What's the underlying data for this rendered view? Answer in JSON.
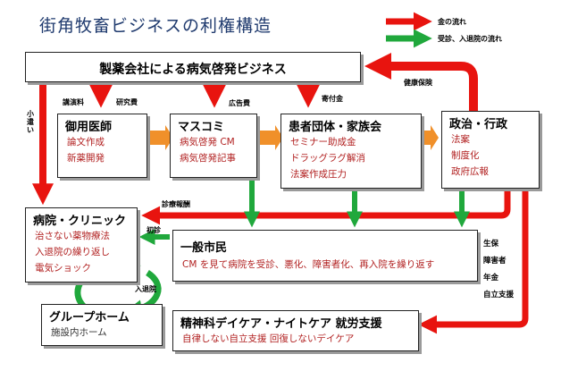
{
  "title": "街角牧畜ビジネスの利権構造",
  "legend": {
    "money": {
      "label": "金の流れ",
      "color": "#e8140f"
    },
    "patient": {
      "label": "受診、入退院の流れ",
      "color": "#20a83c"
    }
  },
  "colors": {
    "money": "#e8140f",
    "patient": "#20a83c",
    "orange": "#f0902a",
    "text_red": "#b22222"
  },
  "nodes": {
    "pharma": {
      "title": "製薬会社による病気啓発ビジネス"
    },
    "doctors": {
      "title": "御用医師",
      "lines": [
        "論文作成",
        "新薬開発"
      ]
    },
    "media": {
      "title": "マスコミ",
      "lines": [
        "病気啓発 CM",
        "病気啓発記事"
      ]
    },
    "patient_groups": {
      "title": "患者団体・家族会",
      "lines": [
        "セミナー助成金",
        "ドラッグラグ解消",
        "法案作成圧力"
      ]
    },
    "government": {
      "title": "政治・行政",
      "lines": [
        "法案",
        "制度化",
        "政府広報"
      ]
    },
    "hospital": {
      "title": "病院・クリニック",
      "lines": [
        "治さない薬物療法",
        "入退院の繰り返し",
        "電気ショック"
      ]
    },
    "citizens": {
      "title": "一般市民",
      "lines": [
        "CM を見て病院を受診、悪化、障害者化、再入院を繰り返す"
      ]
    },
    "group_home": {
      "title": "グループホーム",
      "lines": [
        "施設内ホーム"
      ]
    },
    "daycare": {
      "title": "精神科デイケア・ナイトケア 就労支援",
      "lines": [
        "自律しない自立支援 回復しないデイケア"
      ]
    }
  },
  "edge_labels": {
    "lecture_fee": "講演料",
    "research_fee": "研究費",
    "ad_fee": "広告費",
    "donation": "寄付金",
    "health_insurance": "健康保険",
    "allowance": "小遣い",
    "medical_fee": "診療報酬",
    "first_visit": "初診",
    "admission": "入退院",
    "welfare": "生保",
    "disability": "障害者",
    "pension": "年金",
    "independence_support": "自立支援"
  }
}
